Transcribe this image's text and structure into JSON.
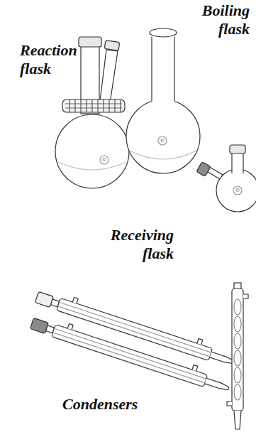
{
  "diagram": {
    "labels": [
      "Reaction flask",
      "Boiling flask",
      "Receiving flask",
      "Condensers",
      "©",
      "©",
      "©"
    ]
  }
}
